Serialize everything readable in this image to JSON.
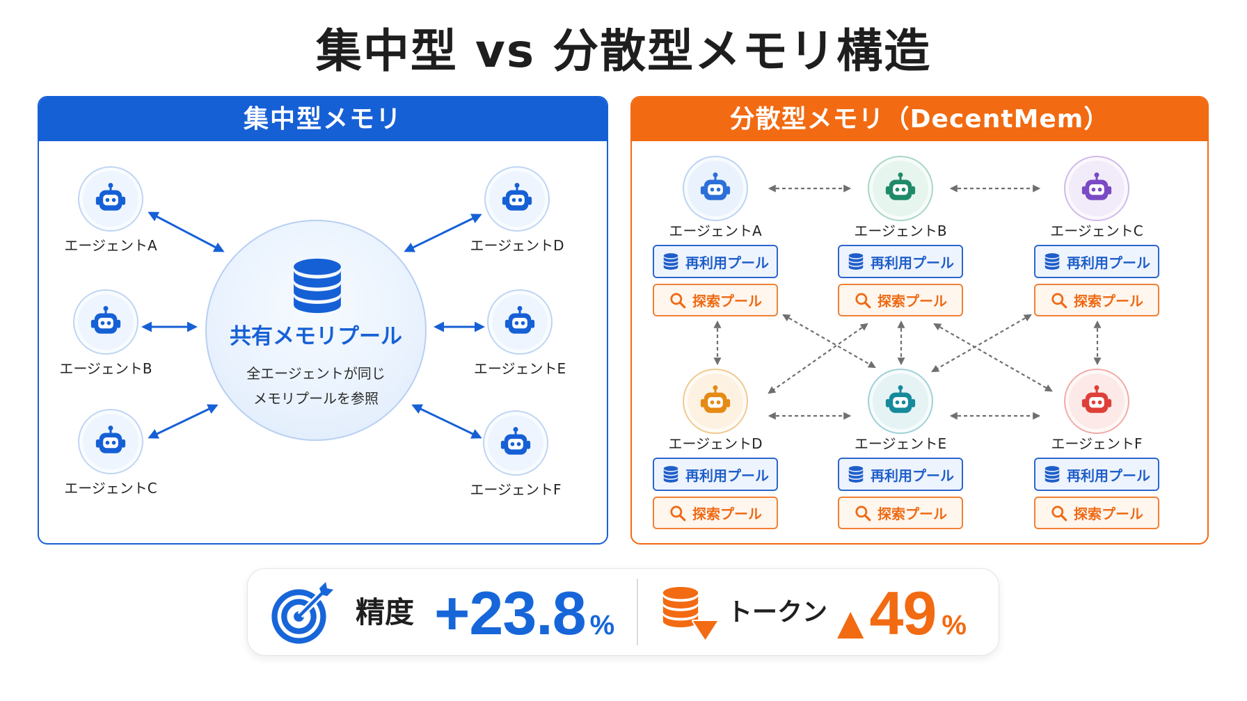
{
  "title": "集中型 vs 分散型メモリ構造",
  "colors": {
    "centralized_accent": "#1660d6",
    "decentralized_accent": "#f26a12",
    "accuracy": "#1766d9",
    "tokens": "#f26a12",
    "dashed_connector": "#6f6f6f"
  },
  "centralized": {
    "header": "集中型メモリ",
    "shared_pool": {
      "icon": "database-icon",
      "title": "共有メモリプール",
      "description_lines": [
        "全エージェントが同じ",
        "メモリプールを参照"
      ]
    },
    "agents": [
      {
        "label": "エージェントA",
        "icon": "robot-icon"
      },
      {
        "label": "エージェントB",
        "icon": "robot-icon"
      },
      {
        "label": "エージェントC",
        "icon": "robot-icon"
      },
      {
        "label": "エージェントD",
        "icon": "robot-icon"
      },
      {
        "label": "エージェントE",
        "icon": "robot-icon"
      },
      {
        "label": "エージェントF",
        "icon": "robot-icon"
      }
    ]
  },
  "decentralized": {
    "header": "分散型メモリ（DecentMem）",
    "agents": [
      {
        "label": "エージェントA",
        "icon": "robot-icon",
        "color": "#2c6fd8",
        "bg": "#eaf2fd",
        "border": "#bcd3f3",
        "reuse_pool": {
          "icon": "database-icon",
          "label": "再利用プール"
        },
        "explore_pool": {
          "icon": "search-icon",
          "label": "探索プール"
        }
      },
      {
        "label": "エージェントB",
        "icon": "robot-icon",
        "color": "#1f8a6a",
        "bg": "#e7f5ef",
        "border": "#a9d6c4",
        "reuse_pool": {
          "icon": "database-icon",
          "label": "再利用プール"
        },
        "explore_pool": {
          "icon": "search-icon",
          "label": "探索プール"
        }
      },
      {
        "label": "エージェントC",
        "icon": "robot-icon",
        "color": "#7a4ac4",
        "bg": "#f2ecfa",
        "border": "#cfbaeb",
        "reuse_pool": {
          "icon": "database-icon",
          "label": "再利用プール"
        },
        "explore_pool": {
          "icon": "search-icon",
          "label": "探索プール"
        }
      },
      {
        "label": "エージェントD",
        "icon": "robot-icon",
        "color": "#e58a14",
        "bg": "#fdf2e2",
        "border": "#f1c98f",
        "reuse_pool": {
          "icon": "database-icon",
          "label": "再利用プール"
        },
        "explore_pool": {
          "icon": "search-icon",
          "label": "探索プール"
        }
      },
      {
        "label": "エージェントE",
        "icon": "robot-icon",
        "color": "#158a9b",
        "bg": "#e5f3f5",
        "border": "#a0d0d8",
        "reuse_pool": {
          "icon": "database-icon",
          "label": "再利用プール"
        },
        "explore_pool": {
          "icon": "search-icon",
          "label": "探索プール"
        }
      },
      {
        "label": "エージェントF",
        "icon": "robot-icon",
        "color": "#de3f38",
        "bg": "#fdeae8",
        "border": "#f1aca7",
        "reuse_pool": {
          "icon": "database-icon",
          "label": "再利用プール"
        },
        "explore_pool": {
          "icon": "search-icon",
          "label": "探索プール"
        }
      }
    ]
  },
  "stats": {
    "accuracy": {
      "icon": "target-icon",
      "label": "精度",
      "value": "+23.8",
      "unit": "%"
    },
    "tokens": {
      "icon": "database-down-icon",
      "label": "トークン",
      "symbol": "▲",
      "value": "49",
      "unit": "%"
    }
  }
}
